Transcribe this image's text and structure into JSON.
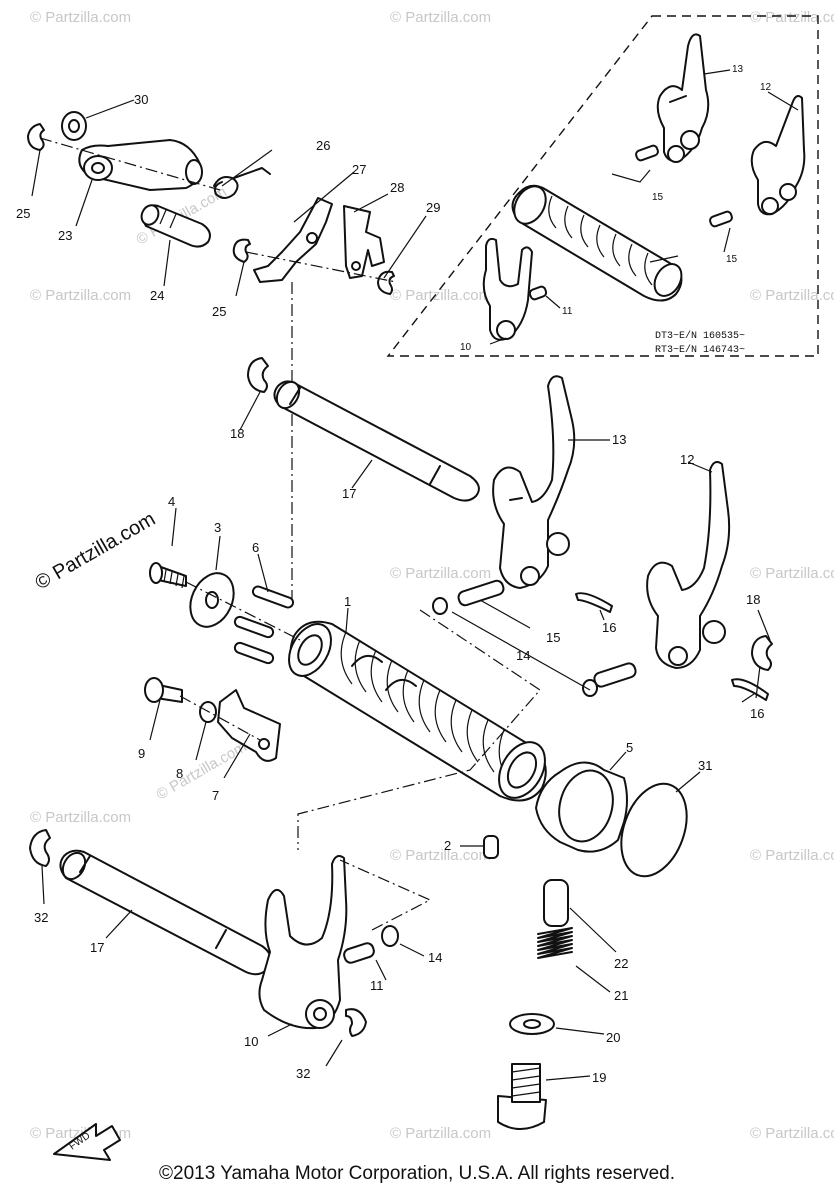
{
  "watermark": "© Partzilla.com",
  "brand_watermark": "© Partzilla.com",
  "inset_notes": [
    "DT3~E/N 160535~",
    "RT3~E/N 146743~"
  ],
  "fwd_label": "FWD",
  "copyright": "©2013  Yamaha Motor Corporation, U.S.A. All rights reserved.",
  "labels": {
    "p30": "30",
    "p26": "26",
    "p27": "27",
    "p28": "28",
    "p29": "29",
    "p25a": "25",
    "p23": "23",
    "p24": "24",
    "p25b": "25",
    "i13": "13",
    "i12": "12",
    "i15a": "15",
    "i15b": "15",
    "i11": "11",
    "i10": "10",
    "p18a": "18",
    "p17a": "17",
    "p13": "13",
    "p12": "12",
    "p4": "4",
    "p3": "3",
    "p6": "6",
    "p1": "1",
    "p16a": "16",
    "p15": "15",
    "p14a": "14",
    "p18b": "18",
    "p16b": "16",
    "p9": "9",
    "p8": "8",
    "p7": "7",
    "p5": "5",
    "p31": "31",
    "p2": "2",
    "p32a": "32",
    "p17b": "17",
    "p14b": "14",
    "p11": "11",
    "p10": "10",
    "p32b": "32",
    "p22": "22",
    "p21": "21",
    "p20": "20",
    "p19": "19"
  }
}
